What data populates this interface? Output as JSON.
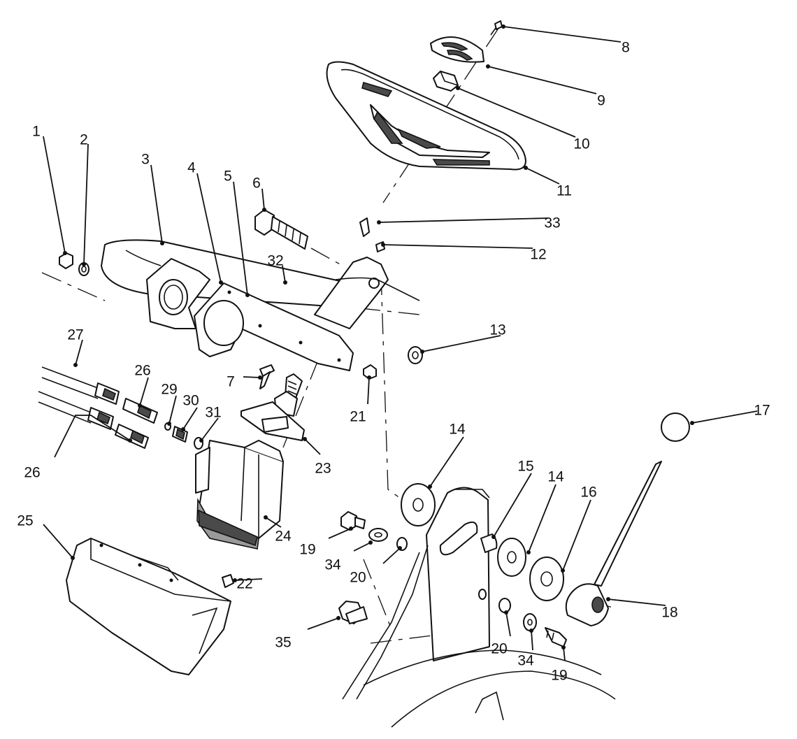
{
  "callouts": [
    {
      "id": "c1",
      "text": "1"
    },
    {
      "id": "c2",
      "text": "2"
    },
    {
      "id": "c3",
      "text": "3"
    },
    {
      "id": "c4",
      "text": "4"
    },
    {
      "id": "c5",
      "text": "5"
    },
    {
      "id": "c6",
      "text": "6"
    },
    {
      "id": "c7",
      "text": "7"
    },
    {
      "id": "c8",
      "text": "8"
    },
    {
      "id": "c9",
      "text": "9"
    },
    {
      "id": "c10",
      "text": "10"
    },
    {
      "id": "c11",
      "text": "11"
    },
    {
      "id": "c12",
      "text": "12"
    },
    {
      "id": "c13",
      "text": "13"
    },
    {
      "id": "c14a",
      "text": "14"
    },
    {
      "id": "c14b",
      "text": "14"
    },
    {
      "id": "c15",
      "text": "15"
    },
    {
      "id": "c16",
      "text": "16"
    },
    {
      "id": "c17",
      "text": "17"
    },
    {
      "id": "c18",
      "text": "18"
    },
    {
      "id": "c19a",
      "text": "19"
    },
    {
      "id": "c19b",
      "text": "19"
    },
    {
      "id": "c20a",
      "text": "20"
    },
    {
      "id": "c20b",
      "text": "20"
    },
    {
      "id": "c21",
      "text": "21"
    },
    {
      "id": "c22",
      "text": "22"
    },
    {
      "id": "c23",
      "text": "23"
    },
    {
      "id": "c24",
      "text": "24"
    },
    {
      "id": "c25",
      "text": "25"
    },
    {
      "id": "c26a",
      "text": "26"
    },
    {
      "id": "c26b",
      "text": "26"
    },
    {
      "id": "c27",
      "text": "27"
    },
    {
      "id": "c29",
      "text": "29"
    },
    {
      "id": "c30",
      "text": "30"
    },
    {
      "id": "c31",
      "text": "31"
    },
    {
      "id": "c32",
      "text": "32"
    },
    {
      "id": "c33",
      "text": "33"
    },
    {
      "id": "c34a",
      "text": "34"
    },
    {
      "id": "c34b",
      "text": "34"
    },
    {
      "id": "c35",
      "text": "35"
    }
  ]
}
